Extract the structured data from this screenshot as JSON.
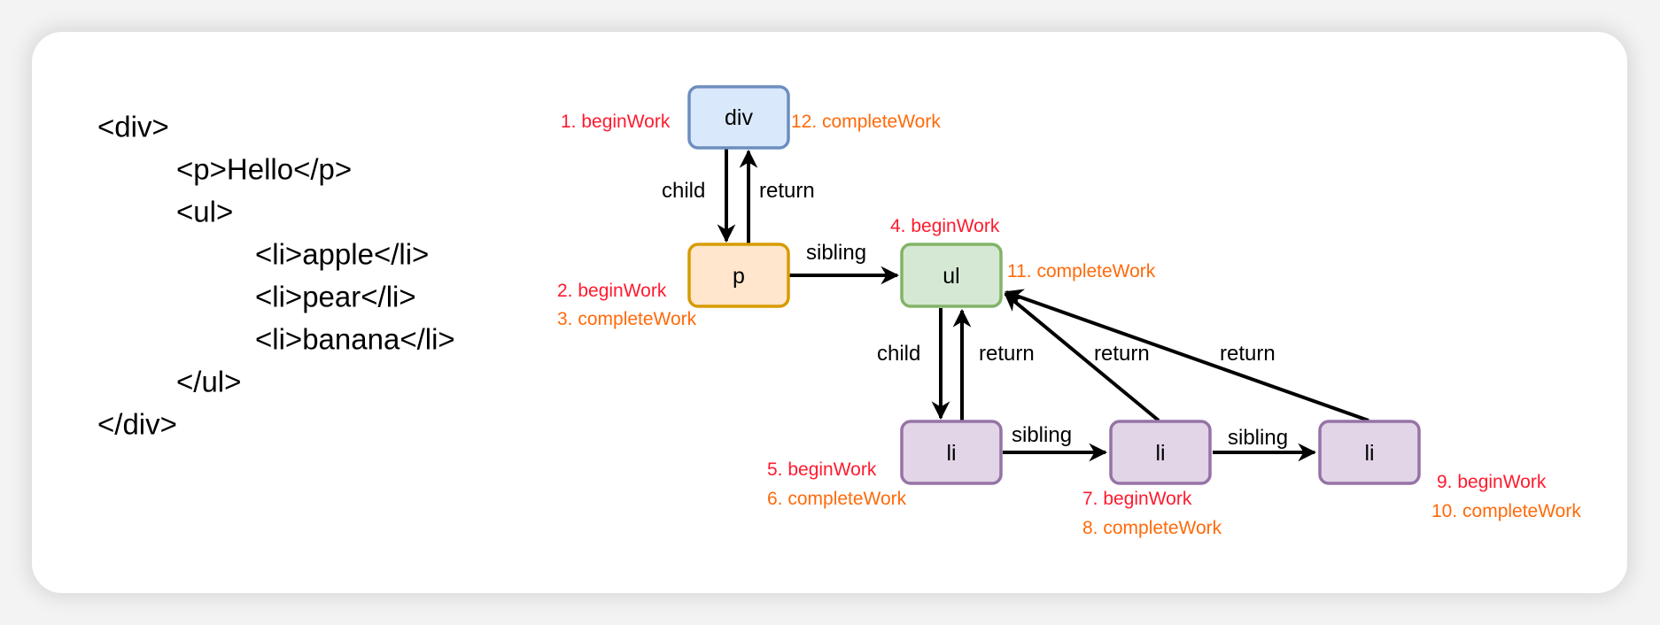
{
  "code": {
    "lines": [
      {
        "text": "<div>",
        "indent": 0
      },
      {
        "text": "<p>Hello</p>",
        "indent": 1
      },
      {
        "text": "<ul>",
        "indent": 1
      },
      {
        "text": "<li>apple</li>",
        "indent": 2
      },
      {
        "text": "<li>pear</li>",
        "indent": 2
      },
      {
        "text": "<li>banana</li>",
        "indent": 2
      },
      {
        "text": "</ul>",
        "indent": 1
      },
      {
        "text": "</div>",
        "indent": 0
      }
    ]
  },
  "diagram": {
    "colors": {
      "begin_work": "#ff1a2e",
      "complete_work": "#ff6a0a",
      "div_fill": "#dae8fc",
      "div_stroke": "#6c8ebf",
      "p_fill": "#ffe6cc",
      "p_stroke": "#d79b00",
      "ul_fill": "#d5e8d4",
      "ul_stroke": "#82b366",
      "li_fill": "#e1d5e7",
      "li_stroke": "#9673a6"
    },
    "nodes": [
      {
        "id": "div",
        "label": "div",
        "kind": "div"
      },
      {
        "id": "p",
        "label": "p",
        "kind": "p"
      },
      {
        "id": "ul",
        "label": "ul",
        "kind": "ul"
      },
      {
        "id": "li1",
        "label": "li",
        "kind": "li"
      },
      {
        "id": "li2",
        "label": "li",
        "kind": "li"
      },
      {
        "id": "li3",
        "label": "li",
        "kind": "li"
      }
    ],
    "edges": [
      {
        "from": "div",
        "to": "p",
        "label": "child"
      },
      {
        "from": "p",
        "to": "div",
        "label": "return"
      },
      {
        "from": "p",
        "to": "ul",
        "label": "sibling"
      },
      {
        "from": "ul",
        "to": "li1",
        "label": "child"
      },
      {
        "from": "li1",
        "to": "ul",
        "label": "return"
      },
      {
        "from": "li1",
        "to": "li2",
        "label": "sibling"
      },
      {
        "from": "li2",
        "to": "li3",
        "label": "sibling"
      },
      {
        "from": "li2",
        "to": "ul",
        "label": "return"
      },
      {
        "from": "li3",
        "to": "ul",
        "label": "return"
      }
    ],
    "steps": [
      {
        "text": "1. beginWork",
        "type": "begin",
        "node": "div"
      },
      {
        "text": "2. beginWork",
        "type": "begin",
        "node": "p"
      },
      {
        "text": "3. completeWork",
        "type": "complete",
        "node": "p"
      },
      {
        "text": "4. beginWork",
        "type": "begin",
        "node": "ul"
      },
      {
        "text": "5. beginWork",
        "type": "begin",
        "node": "li1"
      },
      {
        "text": "6. completeWork",
        "type": "complete",
        "node": "li1"
      },
      {
        "text": "7. beginWork",
        "type": "begin",
        "node": "li2"
      },
      {
        "text": "8. completeWork",
        "type": "complete",
        "node": "li2"
      },
      {
        "text": "9. beginWork",
        "type": "begin",
        "node": "li3"
      },
      {
        "text": "10. completeWork",
        "type": "complete",
        "node": "li3"
      },
      {
        "text": "11. completeWork",
        "type": "complete",
        "node": "ul"
      },
      {
        "text": "12. completeWork",
        "type": "complete",
        "node": "div"
      }
    ]
  }
}
